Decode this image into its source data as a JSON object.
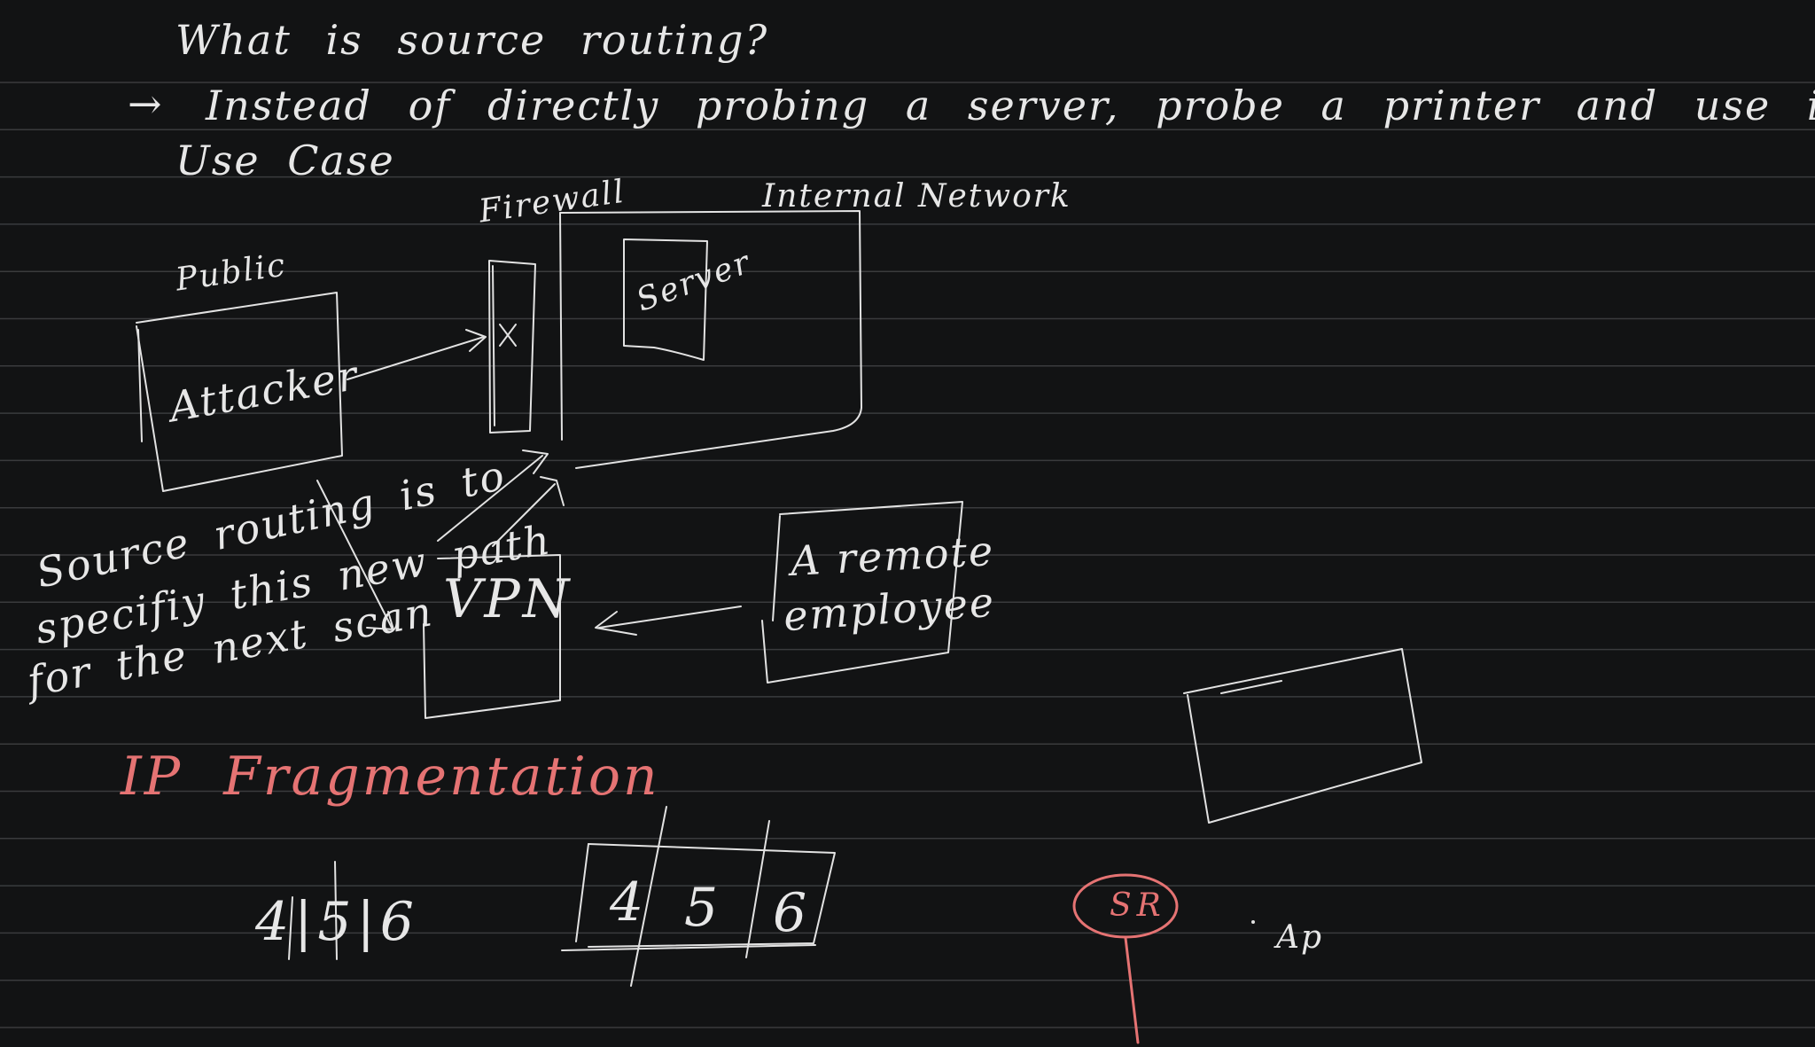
{
  "notes": {
    "question": "What is source routing?",
    "bullet_arrow": "→",
    "bullet_text": "Instead of directly probing a server, probe a printer and use it",
    "use_case": "Use Case"
  },
  "diagram": {
    "firewall_label": "Firewall",
    "internal_network_label": "Internal Network",
    "public_label": "Public",
    "attacker_label": "Attacker",
    "server_label": "Server",
    "blocked_mark": "X",
    "vpn_label": "VPN",
    "remote_line1": "A remote",
    "remote_line2": "employee",
    "explanation_line1": "Source routing is to",
    "explanation_line2": "specifiy this new path",
    "explanation_line3": "for the next scan"
  },
  "fragmentation": {
    "heading": "IP Fragmentation",
    "small_sequence": "4|5|6",
    "box_cells": [
      "4",
      "5",
      "6"
    ],
    "sr_label": "SR",
    "ap_label": "Ap"
  },
  "colors": {
    "background": "#121314",
    "ink": "#e7e7e7",
    "accent": "#e57373",
    "rule_line": "#3a3b3d"
  }
}
